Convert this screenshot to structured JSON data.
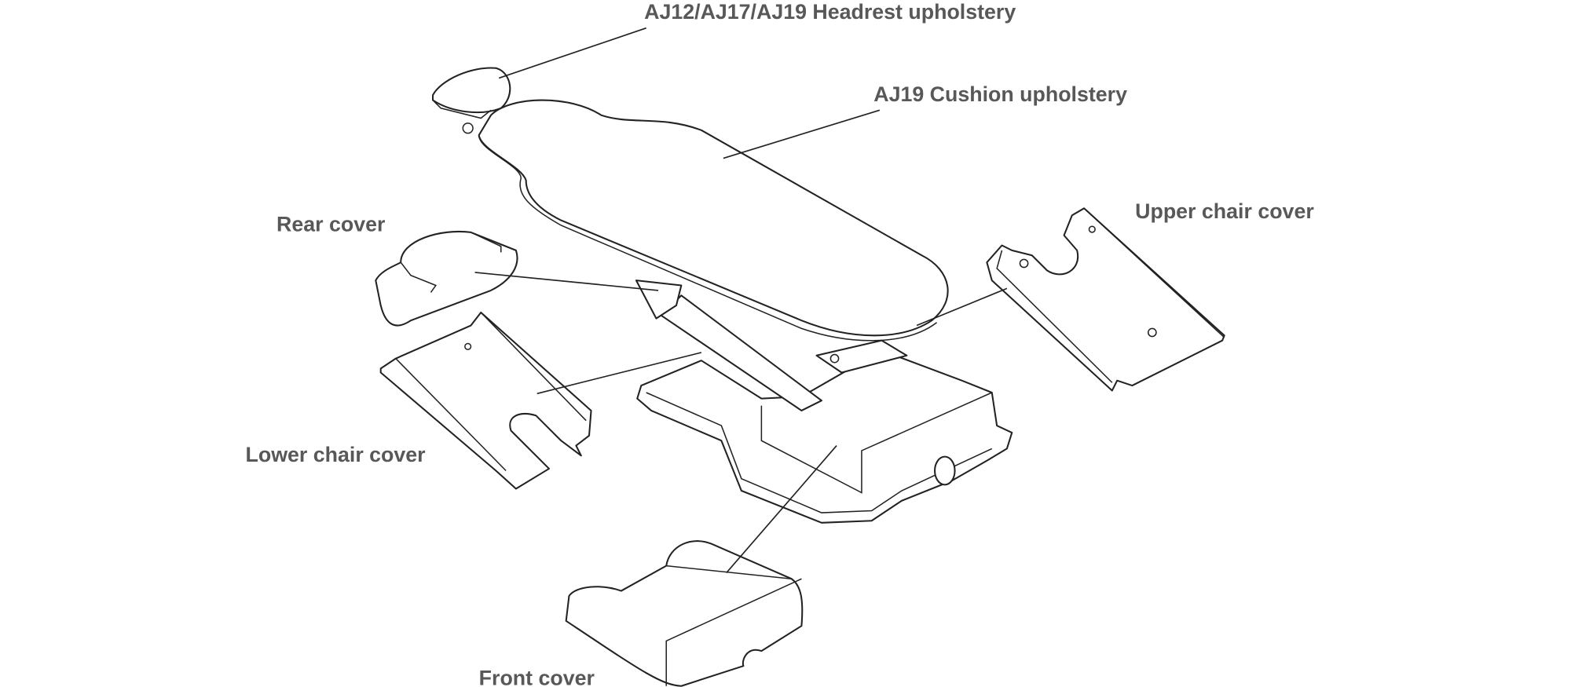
{
  "title": "Dental chair exploded view",
  "labels": {
    "headrest": "AJ12/AJ17/AJ19 Headrest upholstery",
    "cushion": "AJ19 Cushion upholstery",
    "upper_cover": "Upper chair cover",
    "rear_cover": "Rear cover",
    "lower_cover": "Lower chair cover",
    "front_cover": "Front cover"
  },
  "colors": {
    "label": "#585858",
    "line": "#222222"
  }
}
